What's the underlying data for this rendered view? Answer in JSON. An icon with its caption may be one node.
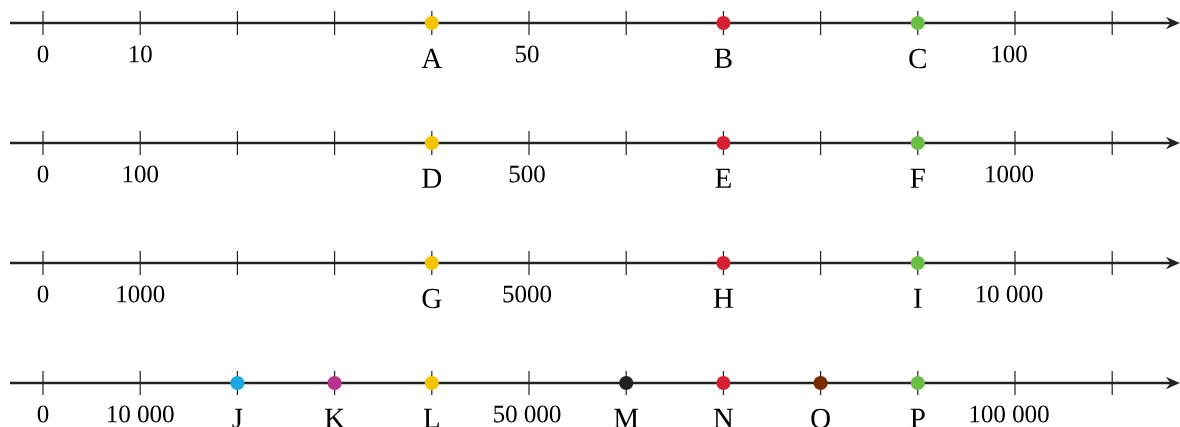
{
  "diagram": {
    "nodes": [
      {
        "text": [
          "A"
        ]
      },
      {
        "text": [
          "B"
        ]
      },
      {
        "text": [
          "C"
        ]
      },
      {
        "text": [
          "D"
        ]
      },
      {
        "text": [
          "E"
        ]
      },
      {
        "text": [
          "F"
        ]
      },
      {
        "text": [
          "G"
        ]
      },
      {
        "text": [
          "H"
        ]
      },
      {
        "text": [
          "I"
        ]
      },
      {
        "text": [
          "J"
        ]
      },
      {
        "text": [
          "K"
        ]
      },
      {
        "text": [
          "L"
        ]
      },
      {
        "text": [
          "M"
        ]
      },
      {
        "text": [
          "N"
        ]
      },
      {
        "text": [
          "O"
        ]
      },
      {
        "text": [
          "P"
        ]
      }
    ],
    "labels": [
      "0",
      "10",
      "50",
      "100",
      "0",
      "100",
      "500",
      "1000",
      "0",
      "1000",
      "5000",
      "10 000",
      "0",
      "10 000",
      "50 000",
      "100 000"
    ]
  }
}
